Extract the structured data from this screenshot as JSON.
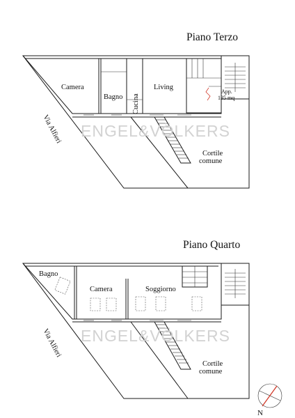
{
  "watermark": "ENGEL&VÖLKERS",
  "floor3": {
    "title": "Piano Terzo",
    "rooms": {
      "camera": "Camera",
      "bagno": "Bagno",
      "cucina": "Cucina",
      "living": "Living",
      "app_line1": "App.",
      "app_line2": "135 mq"
    },
    "street": "Via Alfieri",
    "cortile_line1": "Cortile",
    "cortile_line2": "comune"
  },
  "floor4": {
    "title": "Piano Quarto",
    "rooms": {
      "bagno": "Bagno",
      "camera": "Camera",
      "soggiorno": "Soggiorno"
    },
    "street": "Via Alfieri",
    "cortile_line1": "Cortile",
    "cortile_line2": "comune"
  },
  "compass": {
    "label": "N"
  },
  "colors": {
    "line": "#1a1a1a",
    "watermark": "#d2d2d2",
    "compass_needle": "#d23a2a"
  }
}
